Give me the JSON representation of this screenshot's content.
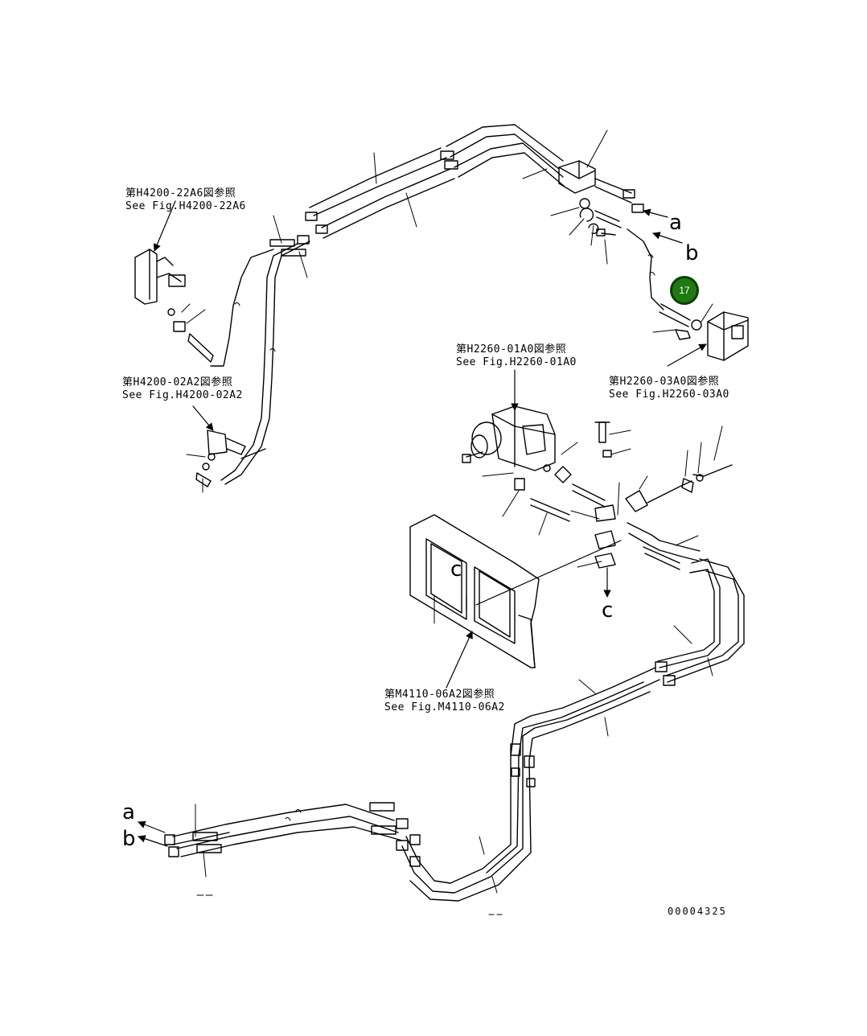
{
  "references": {
    "h4200_22a6": {
      "jp": "第H4200-22A6図参照",
      "en": "See Fig.H4200-22A6"
    },
    "h4200_02a2": {
      "jp": "第H4200-02A2図参照",
      "en": "See Fig.H4200-02A2"
    },
    "h2260_01a0": {
      "jp": "第H2260-01A0図参照",
      "en": "See Fig.H2260-01A0"
    },
    "h2260_03a0": {
      "jp": "第H2260-03A0図参照",
      "en": "See Fig.H2260-03A0"
    },
    "m4110_06a2": {
      "jp": "第M4110-06A2図参照",
      "en": "See Fig.M4110-06A2"
    }
  },
  "connections": {
    "a_top": "a",
    "b_top": "b",
    "c_center": "c",
    "c_frame": "c",
    "a_bottom": "a",
    "b_bottom": "b"
  },
  "callout": {
    "number": "17",
    "color": "#1f7a12"
  },
  "drawing_id": "00004325"
}
